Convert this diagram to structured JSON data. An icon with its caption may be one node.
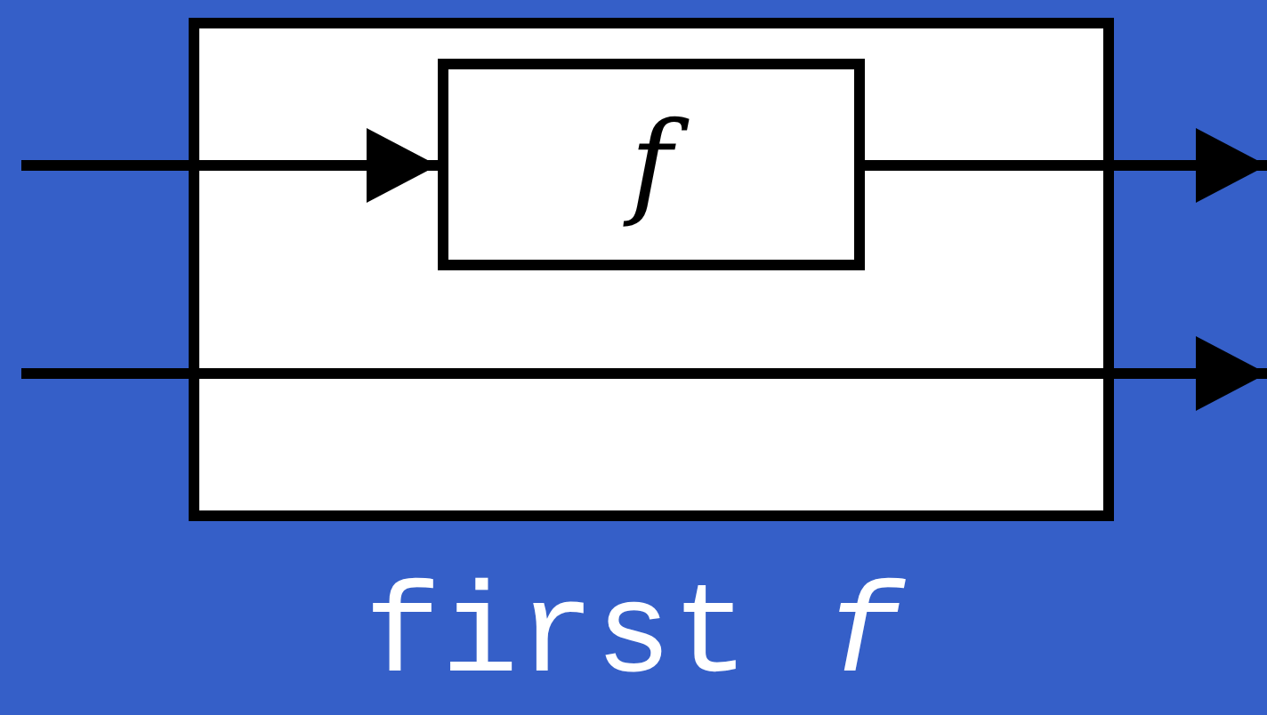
{
  "diagram": {
    "caption": "first *f*",
    "nodes": [
      {
        "text": [],
        "shape": "box"
      },
      {
        "text": [
          "f"
        ],
        "in": 0
      }
    ],
    "edges": [
      {
        "from": null,
        "to": 1,
        "arrow": "to"
      },
      {
        "from": 1,
        "to": null,
        "arrow": "to"
      },
      {
        "from": null,
        "to": 0,
        "arrow": "none"
      },
      {
        "from": 0,
        "to": null,
        "arrow": "to"
      }
    ]
  }
}
